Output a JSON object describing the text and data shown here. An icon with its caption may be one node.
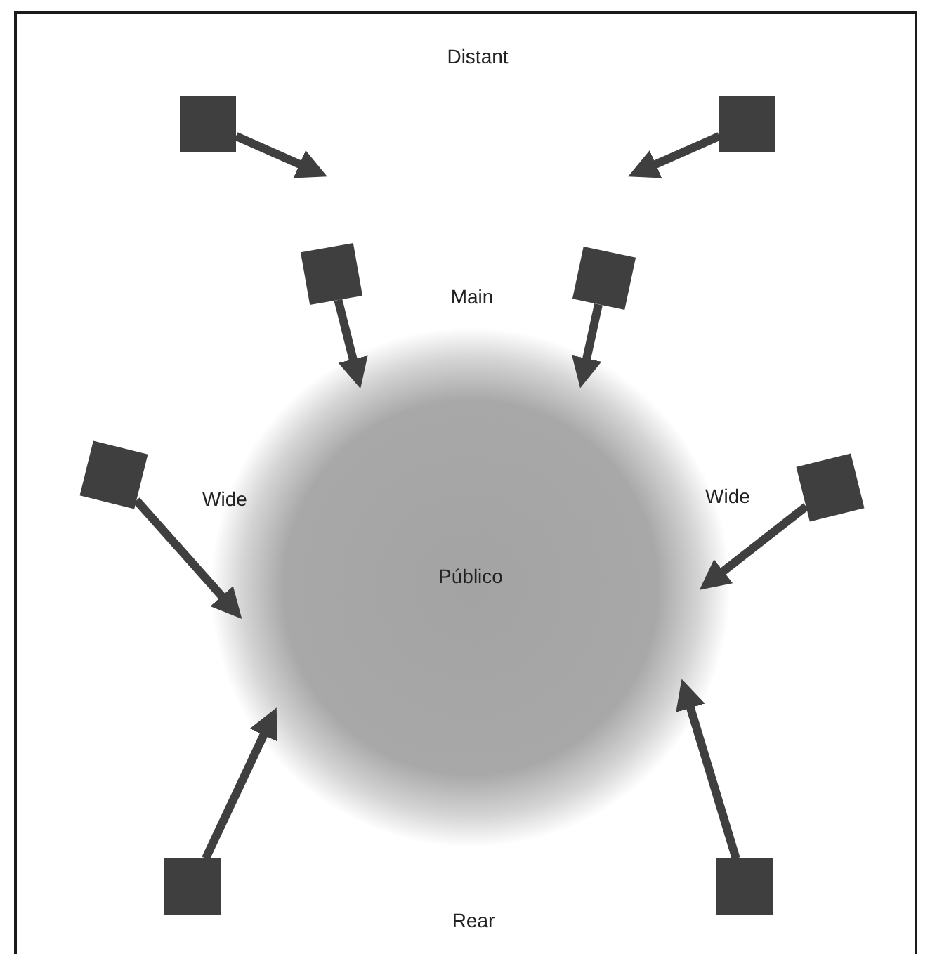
{
  "diagram": {
    "nodes": [
      {
        "text": [],
        "shape": "box"
      },
      {
        "text": [],
        "shape": "box"
      },
      {
        "text": [],
        "shape": "box"
      },
      {
        "text": [],
        "shape": "box"
      },
      {
        "text": [],
        "shape": "box"
      },
      {
        "text": [
          "Público"
        ]
      },
      {
        "text": [],
        "shape": "box"
      },
      {
        "text": [],
        "shape": "box"
      },
      {
        "text": [],
        "shape": "box"
      }
    ],
    "edges": [
      {
        "from": 0,
        "to": null,
        "arrow": "to"
      },
      {
        "from": 1,
        "to": null,
        "arrow": "to"
      },
      {
        "from": 2,
        "to": 5,
        "arrow": "to"
      },
      {
        "from": 3,
        "to": 5,
        "arrow": "to"
      },
      {
        "from": 4,
        "to": 5,
        "arrow": "to"
      },
      {
        "from": 6,
        "to": 5,
        "arrow": "to"
      },
      {
        "from": 7,
        "to": 5,
        "arrow": "to"
      },
      {
        "from": 8,
        "to": 5,
        "arrow": "to"
      }
    ],
    "labels": [
      "Distant",
      "Main",
      "Wide",
      "Wide",
      "Rear"
    ]
  }
}
